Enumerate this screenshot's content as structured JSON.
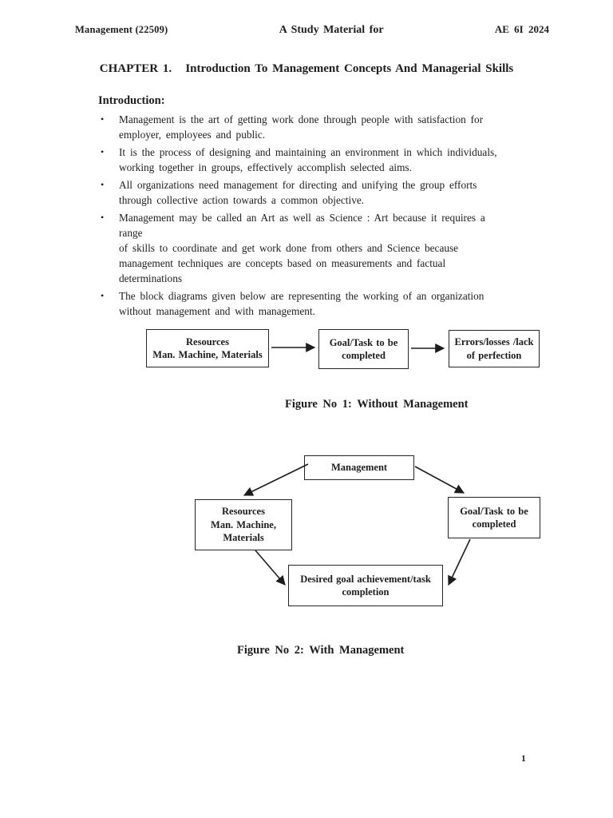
{
  "page": {
    "bullet_marker": "•",
    "header": {
      "left": "Management  (22509)",
      "center": "A Study Material for",
      "right": "AE 6I  2024"
    },
    "chapter_title": "CHAPTER 1.   Introduction To Management Concepts And Managerial Skills",
    "intro_heading": "Introduction:",
    "bullets": [
      "Management is the art of getting work done through people with satisfaction for\nemployer, employees and public.",
      "It is the process of designing and maintaining an environment in which individuals,\nworking together in groups, effectively accomplish selected aims.",
      "All organizations need management for directing and unifying the group efforts\nthrough collective action towards a common objective.",
      "Management may be called an Art as well as Science : Art because it requires a range\nof skills to coordinate and get work done from others and Science because\nmanagement techniques are concepts based on measurements and factual\ndeterminations",
      "The block diagrams given below are representing the working of an organization\nwithout management and with management."
    ],
    "figure1": {
      "box_resources": "Resources\nMan. Machine, Materials",
      "box_goal": "Goal/Task to be\ncompleted",
      "box_errors": "Errors/losses /lack\nof perfection",
      "caption": "Figure No 1: Without Management"
    },
    "figure2": {
      "box_management": "Management",
      "box_resources": "Resources\nMan. Machine,\nMaterials",
      "box_goal": "Goal/Task to be\ncompleted",
      "box_desired": "Desired goal achievement/task\ncompletion",
      "caption": "Figure No 2: With Management"
    },
    "page_number": "1"
  }
}
